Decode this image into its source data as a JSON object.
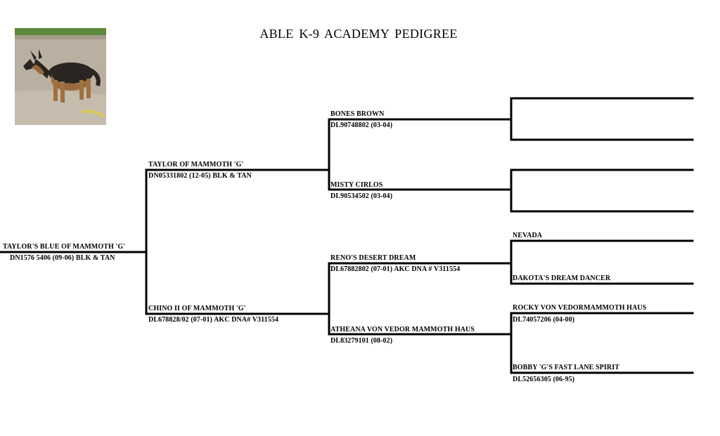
{
  "title": "ABLE  K-9  ACADEMY  PEDIGREE",
  "photo": {
    "description_icon": "dog-photo"
  },
  "dog": {
    "name": "TAYLOR'S BLUE OF MAMMOTH 'G'",
    "reg": "DN1576 5406 (09-06) BLK & TAN"
  },
  "sire": {
    "name": "TAYLOR OF MAMMOTH 'G'",
    "reg": "DN05331802 (12-05) BLK & TAN"
  },
  "dam": {
    "name": "CHINO II OF MAMMOTH 'G'",
    "reg": "DL678828/02 (07-01) AKC DNA# V311554"
  },
  "sire_sire": {
    "name": "BONES BROWN",
    "reg": "DL90748802 (03-04)"
  },
  "sire_dam": {
    "name": "MISTY CIRLOS",
    "reg": "DL90534502 (03-04)"
  },
  "dam_sire": {
    "name": "RENO'S DESERT DREAM",
    "reg": "DL67882802 (07-01) AKC DNA # V311554"
  },
  "dam_dam": {
    "name": "ATHEANA VON VEDOR MAMMOTH HAUS",
    "reg": "DL83279101 (08-02)"
  },
  "gen4": {
    "dam_sire_sire": {
      "name": "NEVADA"
    },
    "dam_sire_dam": {
      "name": "DAKOTA'S DREAM DANCER"
    },
    "dam_dam_sire": {
      "name": "ROCKY VON VEDORMAMMOTH HAUS",
      "reg": "DL74057206 (04-00)"
    },
    "dam_dam_dam": {
      "name": "BOBBY 'G'S FAST LANE SPIRIT",
      "reg": "DL52656305 (06-95)"
    }
  }
}
